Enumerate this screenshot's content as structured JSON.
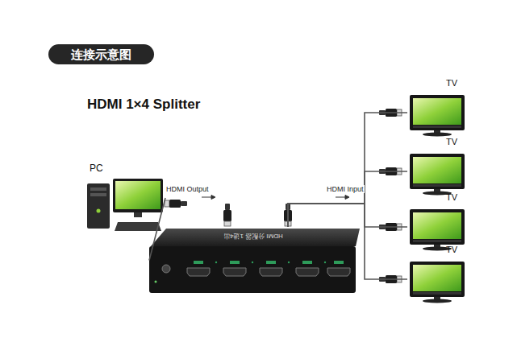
{
  "diagram": {
    "title": "连接示意图",
    "nodes": [
      {
        "text": [
          "PC"
        ]
      },
      {
        "text": [
          "HDMI 分配器 1进4出"
        ]
      },
      {
        "text": [
          "TV"
        ]
      },
      {
        "text": [
          "TV"
        ]
      },
      {
        "text": [
          "TV"
        ]
      },
      {
        "text": [
          "TV"
        ]
      }
    ],
    "edges": [
      {
        "from": 0,
        "to": 1,
        "arrow": "none",
        "label": "HDMI Output"
      },
      {
        "from": 1,
        "to": 2,
        "arrow": "none",
        "label": "HDMI Input"
      },
      {
        "from": 1,
        "to": 3,
        "arrow": "none"
      },
      {
        "from": 1,
        "to": 4,
        "arrow": "none"
      },
      {
        "from": 1,
        "to": 5,
        "arrow": "none"
      }
    ],
    "labels": [
      "HDMI 1×4 Splitter"
    ]
  }
}
